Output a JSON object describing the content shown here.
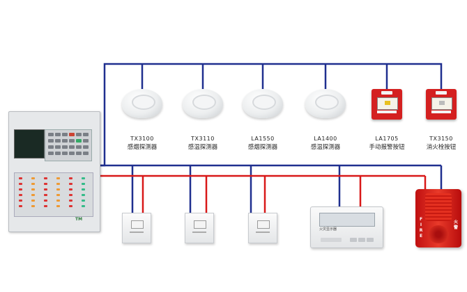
{
  "colors": {
    "bus_loop": "#1f2f8f",
    "power_line": "#d81818"
  },
  "devices_top": [
    {
      "code": "TX3100",
      "name": "感烟探测器",
      "icon": "smoke-detector-icon"
    },
    {
      "code": "TX3110",
      "name": "感温探测器",
      "icon": "heat-detector-icon"
    },
    {
      "code": "LA1550",
      "name": "感烟探测器",
      "icon": "smoke-detector-icon"
    },
    {
      "code": "LA1400",
      "name": "感温探测器",
      "icon": "heat-detector-icon"
    },
    {
      "code": "LA1705",
      "name": "手动报警按钮",
      "icon": "manual-call-point-icon"
    },
    {
      "code": "TX3150",
      "name": "消火栓按钮",
      "icon": "hydrant-button-icon"
    }
  ],
  "devices_bottom": [
    {
      "icon": "io-module-icon"
    },
    {
      "icon": "io-module-icon"
    },
    {
      "icon": "io-module-icon"
    },
    {
      "icon": "fire-display-repeater-icon",
      "label": "火灾显示器"
    },
    {
      "icon": "sounder-strobe-icon",
      "side_text_left": "FIRE",
      "side_text_right": "火警"
    }
  ],
  "panel": {
    "icon": "fire-alarm-control-panel-icon",
    "brand": "TM"
  }
}
